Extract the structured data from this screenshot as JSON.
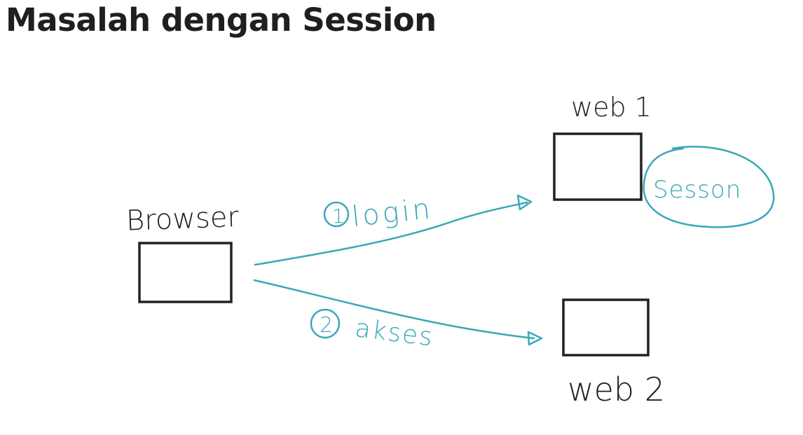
{
  "title": "Masalah dengan Session",
  "nodes": {
    "browser": {
      "label": "Browser"
    },
    "web1": {
      "label": "web 1",
      "note": "Sesson"
    },
    "web2": {
      "label": "web 2"
    }
  },
  "edges": {
    "login": {
      "step": "1",
      "label": "login"
    },
    "akses": {
      "step": "2",
      "label": "akses"
    }
  },
  "colors": {
    "ink": "#222222",
    "accent": "#3aa8b8"
  }
}
